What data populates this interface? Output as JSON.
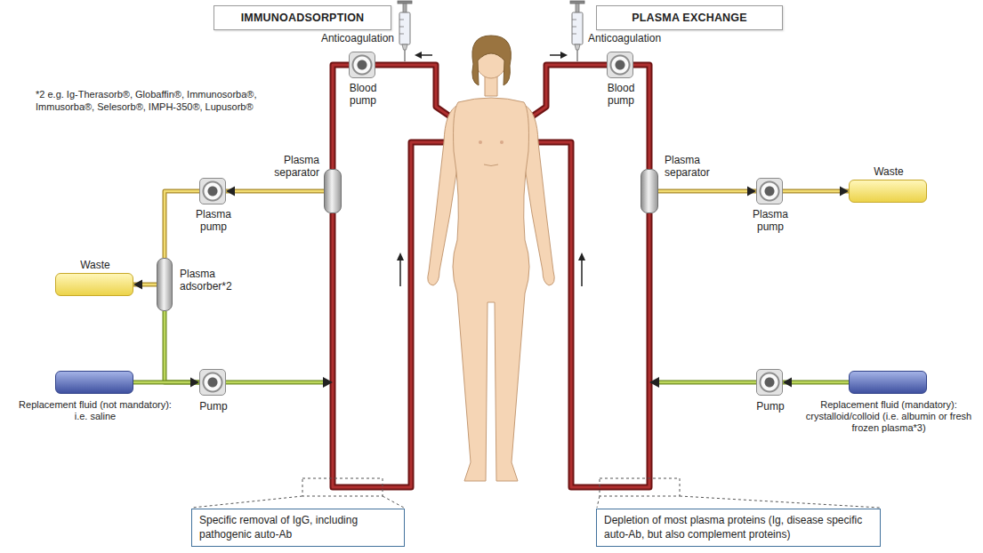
{
  "diagram": {
    "nodes": [
      {
        "text": [
          "IMMUNOADSORPTION"
        ]
      },
      {
        "text": [
          "PLASMA EXCHANGE"
        ]
      },
      {
        "text": [
          "Blood pump"
        ]
      },
      {
        "text": [
          "Plasma separator"
        ]
      },
      {
        "text": [
          "Plasma pump"
        ]
      },
      {
        "text": [
          "Plasma adsorber*2"
        ]
      },
      {
        "text": [
          "Waste"
        ]
      },
      {
        "text": [
          "Replacement fluid (not mandatory): i.e. saline"
        ]
      },
      {
        "text": [
          "Pump"
        ]
      },
      {
        "text": [
          "Blood pump"
        ]
      },
      {
        "text": [
          "Plasma separator"
        ]
      },
      {
        "text": [
          "Plasma pump"
        ]
      },
      {
        "text": [
          "Waste"
        ]
      },
      {
        "text": [
          "Pump"
        ]
      },
      {
        "text": [
          "Replacement fluid (mandatory): crystalloid/colloid (i.e. albumin or fresh frozen plasma*3)"
        ]
      },
      {
        "text": [
          "Specific removal of IgG, including pathogenic auto-Ab"
        ]
      },
      {
        "text": [
          "Depletion of most plasma proteins (Ig, disease specific auto-Ab, but also complement proteins)"
        ]
      }
    ],
    "edges": [
      {
        "from": 2,
        "to": 3,
        "arrow": "none"
      },
      {
        "from": 3,
        "to": 4,
        "arrow": "to"
      },
      {
        "from": 4,
        "to": 5,
        "arrow": "none"
      },
      {
        "from": 5,
        "to": 6,
        "arrow": "to"
      },
      {
        "from": 5,
        "to": 8,
        "arrow": "none"
      },
      {
        "from": 7,
        "to": 8,
        "arrow": "to"
      },
      {
        "from": 9,
        "to": 10,
        "arrow": "none"
      },
      {
        "from": 10,
        "to": 11,
        "arrow": "to"
      },
      {
        "from": 11,
        "to": 12,
        "arrow": "to"
      },
      {
        "from": 14,
        "to": 13,
        "arrow": "to"
      }
    ],
    "labels": [
      "*2 e.g. Ig-Therasorb®, Globaffin®, Immunosorba®, Immusorba®, Selesorb®, IMPH-350®, Lupusorb®",
      "Anticoagulation",
      "Anticoagulation"
    ]
  }
}
